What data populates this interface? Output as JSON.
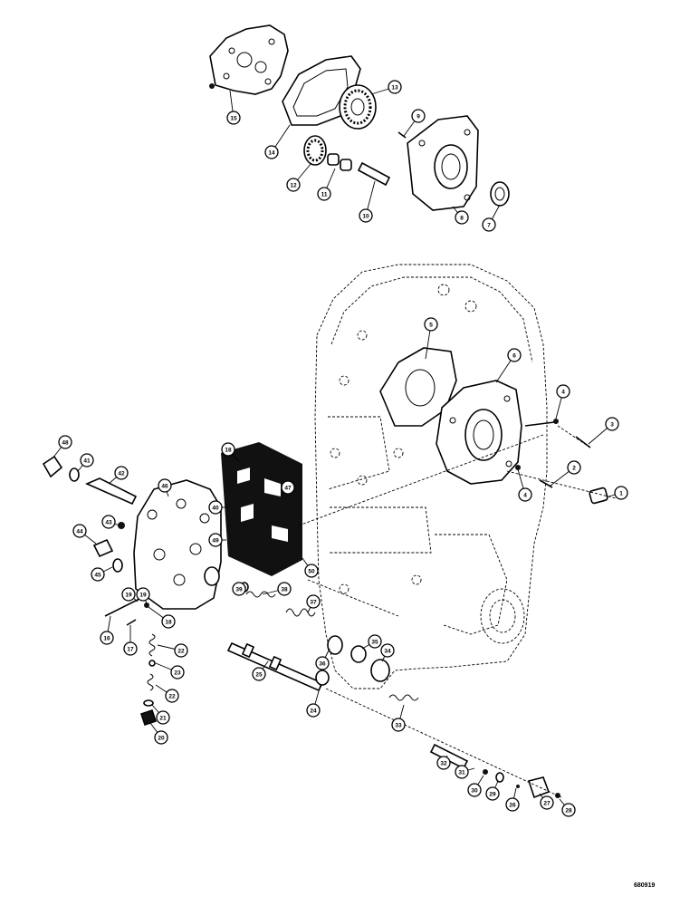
{
  "figure_code": "680919",
  "callouts": [
    {
      "id": "c1",
      "label": "1"
    },
    {
      "id": "c2",
      "label": "2"
    },
    {
      "id": "c3",
      "label": "3"
    },
    {
      "id": "c4a",
      "label": "4"
    },
    {
      "id": "c4b",
      "label": "4"
    },
    {
      "id": "c5",
      "label": "5"
    },
    {
      "id": "c6",
      "label": "6"
    },
    {
      "id": "c7",
      "label": "7"
    },
    {
      "id": "c8",
      "label": "8"
    },
    {
      "id": "c9",
      "label": "9"
    },
    {
      "id": "c10",
      "label": "10"
    },
    {
      "id": "c11",
      "label": "11"
    },
    {
      "id": "c12",
      "label": "12"
    },
    {
      "id": "c13",
      "label": "13"
    },
    {
      "id": "c14",
      "label": "14"
    },
    {
      "id": "c15",
      "label": "15"
    },
    {
      "id": "c16",
      "label": "16"
    },
    {
      "id": "c17",
      "label": "17"
    },
    {
      "id": "c18",
      "label": "18"
    },
    {
      "id": "c19",
      "label": "19"
    },
    {
      "id": "c20",
      "label": "20"
    },
    {
      "id": "c21",
      "label": "21"
    },
    {
      "id": "c22a",
      "label": "22"
    },
    {
      "id": "c22b",
      "label": "22"
    },
    {
      "id": "c23",
      "label": "23"
    },
    {
      "id": "c24",
      "label": "24"
    },
    {
      "id": "c25",
      "label": "25"
    },
    {
      "id": "c26",
      "label": "26"
    },
    {
      "id": "c27",
      "label": "27"
    },
    {
      "id": "c28",
      "label": "28"
    },
    {
      "id": "c29",
      "label": "29"
    },
    {
      "id": "c30",
      "label": "30"
    },
    {
      "id": "c31",
      "label": "31"
    },
    {
      "id": "c32",
      "label": "32"
    },
    {
      "id": "c33",
      "label": "33"
    },
    {
      "id": "c34",
      "label": "34"
    },
    {
      "id": "c35",
      "label": "35"
    },
    {
      "id": "c36",
      "label": "36"
    },
    {
      "id": "c37",
      "label": "37"
    },
    {
      "id": "c38",
      "label": "38"
    },
    {
      "id": "c39",
      "label": "39"
    },
    {
      "id": "c40",
      "label": "40"
    },
    {
      "id": "c41",
      "label": "41"
    },
    {
      "id": "c42",
      "label": "42"
    },
    {
      "id": "c43",
      "label": "43"
    },
    {
      "id": "c44",
      "label": "44"
    },
    {
      "id": "c45",
      "label": "45"
    },
    {
      "id": "c46",
      "label": "46"
    },
    {
      "id": "c47",
      "label": "47"
    },
    {
      "id": "c48",
      "label": "48"
    },
    {
      "id": "c49",
      "label": "49"
    },
    {
      "id": "c50",
      "label": "50"
    },
    {
      "id": "c18b",
      "label": "18"
    },
    {
      "id": "c19b",
      "label": "19"
    }
  ]
}
